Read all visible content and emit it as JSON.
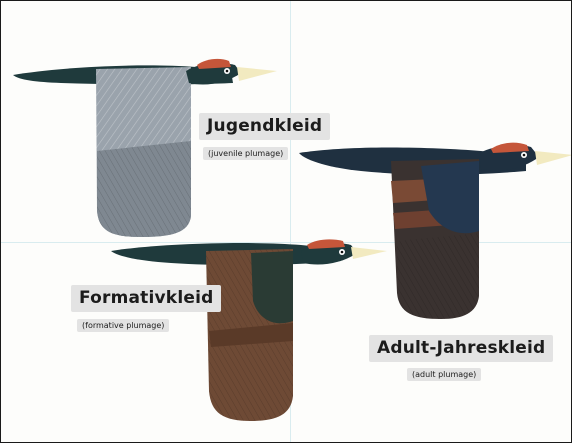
{
  "labels": {
    "juvenile": {
      "title": "Jugendkleid",
      "subtitle": "(juvenile plumage)"
    },
    "formative": {
      "title": "Formativkleid",
      "subtitle": "(formative plumage)"
    },
    "adult": {
      "title": "Adult-Jahreskleid",
      "subtitle": "(adult plumage)"
    }
  },
  "colors": {
    "head_dark": "#1f3a3c",
    "crest_red": "#c5563a",
    "beak_yellow": "#f2eac0",
    "juvenile_wing": "#9aa3ac",
    "formative_wing": "#6e4a35",
    "adult_wing": "#3a3230"
  }
}
